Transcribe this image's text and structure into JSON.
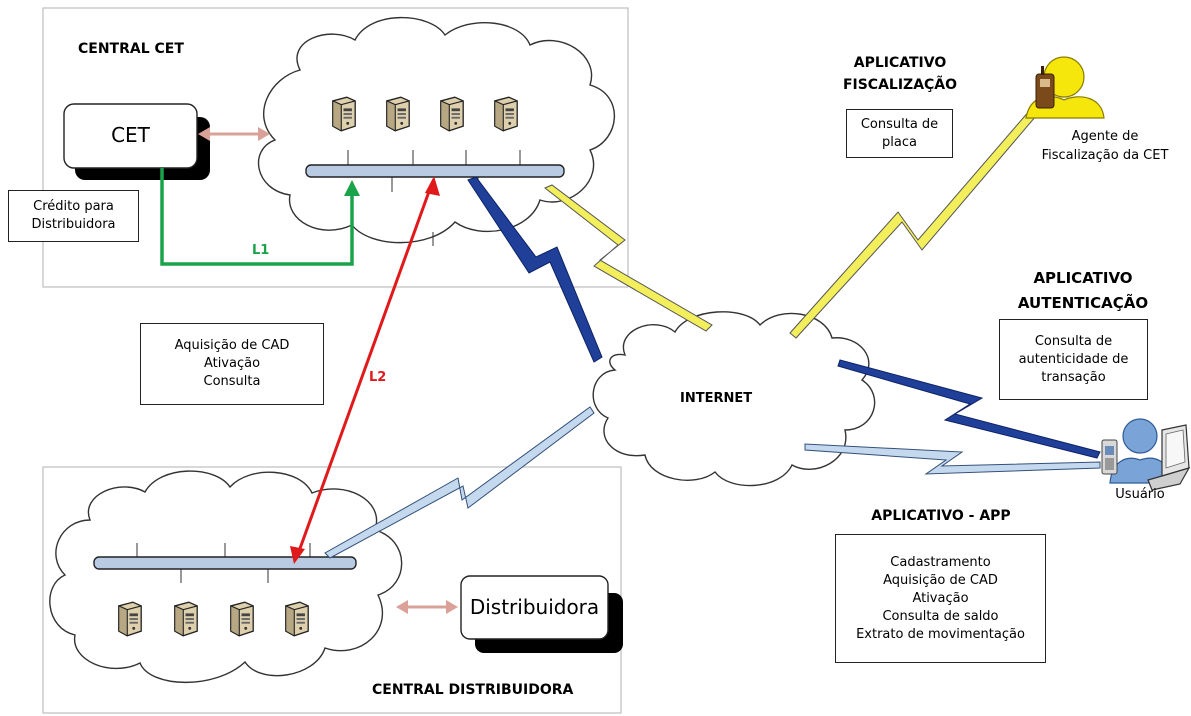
{
  "central_cet": {
    "title": "CENTRAL CET",
    "cet_label": "CET",
    "credit_note": [
      "Crédito para",
      "Distribuidora"
    ],
    "link_l1": "L1"
  },
  "central_distribuidora": {
    "title": "CENTRAL DISTRIBUIDORA",
    "distribuidora_label": "Distribuidora"
  },
  "link_l2": {
    "label": "L2",
    "note": [
      "Aquisição de CAD",
      "Ativação",
      "Consulta"
    ]
  },
  "internet": {
    "label": "INTERNET"
  },
  "app_fiscalizacao": {
    "title": [
      "APLICATIVO",
      "FISCALIZAÇÃO"
    ],
    "note": [
      "Consulta de",
      "placa"
    ],
    "actor": [
      "Agente de",
      "Fiscalização da CET"
    ]
  },
  "app_autenticacao": {
    "title": [
      "APLICATIVO",
      "AUTENTICAÇÃO"
    ],
    "note": [
      "Consulta de",
      "autenticidade de",
      "transação"
    ]
  },
  "app_app": {
    "title": "APLICATIVO - APP",
    "note": [
      "Cadastramento",
      "Aquisição de CAD",
      "Ativação",
      "Consulta de saldo",
      "Extrato de movimentação"
    ],
    "actor": "Usuário"
  },
  "colors": {
    "green_link": "#1aa34a",
    "red_link": "#e0191b",
    "peach_arrow": "#d9a197",
    "bus_fill": "#b9cbe2",
    "dark_blue_bolt": "#1f3f99",
    "light_blue_bolt": "#c5d9ee",
    "yellow_bolt": "#f2ee5c",
    "server_fill": "#e8dcc0"
  },
  "icons": [
    "server-icon",
    "cloud-icon",
    "lightning-bolt-icon",
    "user-with-phone-icon",
    "laptop-icon"
  ]
}
